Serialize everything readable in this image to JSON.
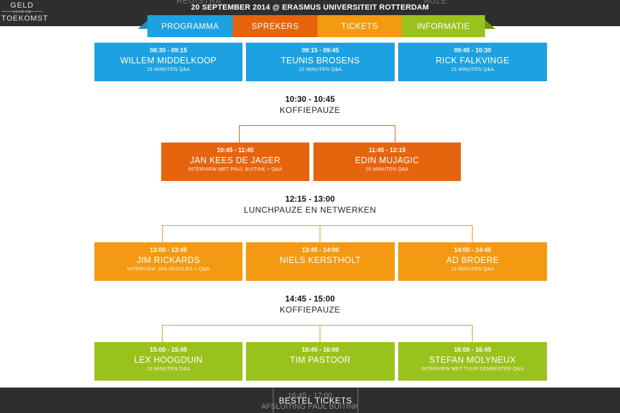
{
  "header": {
    "logo": {
      "line1": "GELD",
      "line2": "VOOR DE",
      "line3": "TOEKOMST"
    },
    "event_line": "20 SEPTEMBER 2014 @ ERASMUS UNIVERSITEIT ROTTERDAM",
    "faded_left": "REGISTRA",
    "faded_right": "AUZE"
  },
  "nav": [
    {
      "label": "PROGRAMMA",
      "color": "#1da1e0"
    },
    {
      "label": "SPREKERS",
      "color": "#e7640e"
    },
    {
      "label": "TICKETS",
      "color": "#f39a12"
    },
    {
      "label": "INFORMATIE",
      "color": "#9ac21d"
    }
  ],
  "blocks": {
    "row1": [
      {
        "time": "08:30 - 09:15",
        "name": "Willem Middelkoop",
        "sub": "15 minuten Q&A"
      },
      {
        "time": "09:15 - 09:45",
        "name": "Teunis Brosens",
        "sub": "10 minuten Q&A"
      },
      {
        "time": "09:45 - 10:30",
        "name": "Rick Falkvinge",
        "sub": "15 minuten Q&A"
      }
    ],
    "break1": {
      "time": "10:30 - 10:45",
      "label": "Koffiepauze"
    },
    "row2": [
      {
        "time": "10:45 - 11:45",
        "name": "Jan Kees de Jager",
        "sub": "Interview met Paul Buitink + Q&A"
      },
      {
        "time": "11:45 - 12:15",
        "name": "Edin Mujagic",
        "sub": "10 minuten Q&A"
      }
    ],
    "break2": {
      "time": "12:15 - 13:00",
      "label": "Lunchpauze en netwerken"
    },
    "row3": [
      {
        "time": "13:00 - 13:45",
        "name": "Jim Rickards",
        "sub": "Interview Jan Skoyles + Q&A"
      },
      {
        "time": "13:45 - 14:00",
        "name": "Niels Kerstholt",
        "sub": ""
      },
      {
        "time": "14:00 - 14:45",
        "name": "Ad Broere",
        "sub": "15 minuten Q&A"
      }
    ],
    "break3": {
      "time": "14:45 - 15:00",
      "label": "Koffiepauze"
    },
    "row4": [
      {
        "time": "15:00 - 15:45",
        "name": "Lex Hoogduin",
        "sub": "15 minuten Q&A"
      },
      {
        "time": "15:45 - 16:00",
        "name": "Tim Pastoor",
        "sub": ""
      },
      {
        "time": "16:00 - 16:45",
        "name": "Stefan Molyneux",
        "sub": "Interview met Tuur Demeester Q&A"
      }
    ],
    "peek": {
      "time": "16:45 - 17:00",
      "label": "AFSLUITING PAUL BUITINK"
    }
  },
  "footer": {
    "cta": "BESTEL TICKETS"
  },
  "colors": {
    "blue": "#1da1e0",
    "orange_dark": "#e7640e",
    "orange": "#f39a12",
    "green": "#9ac21d",
    "bar": "#2e2e2e"
  }
}
